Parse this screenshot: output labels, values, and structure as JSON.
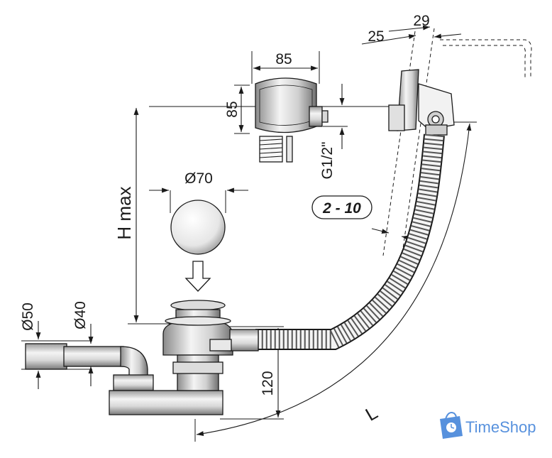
{
  "dimensions": {
    "d85_width": "85",
    "d85_height": "85",
    "d29": "29",
    "d25": "25",
    "d70": "Ø70",
    "h_max": "H max",
    "g12": "G1/2\"",
    "range": "2 - 10",
    "d50": "Ø50",
    "d40": "Ø40",
    "d120": "120",
    "length": "L"
  },
  "watermark": {
    "brand": "TimeShop",
    "icon": "shopping-bag-clock-icon"
  },
  "colors": {
    "line": "#1a1a1a",
    "metal_light": "#f2f2f2",
    "metal_mid": "#bfbfbf",
    "metal_dark": "#6e6e6e",
    "brand": "#3a7ed8"
  }
}
